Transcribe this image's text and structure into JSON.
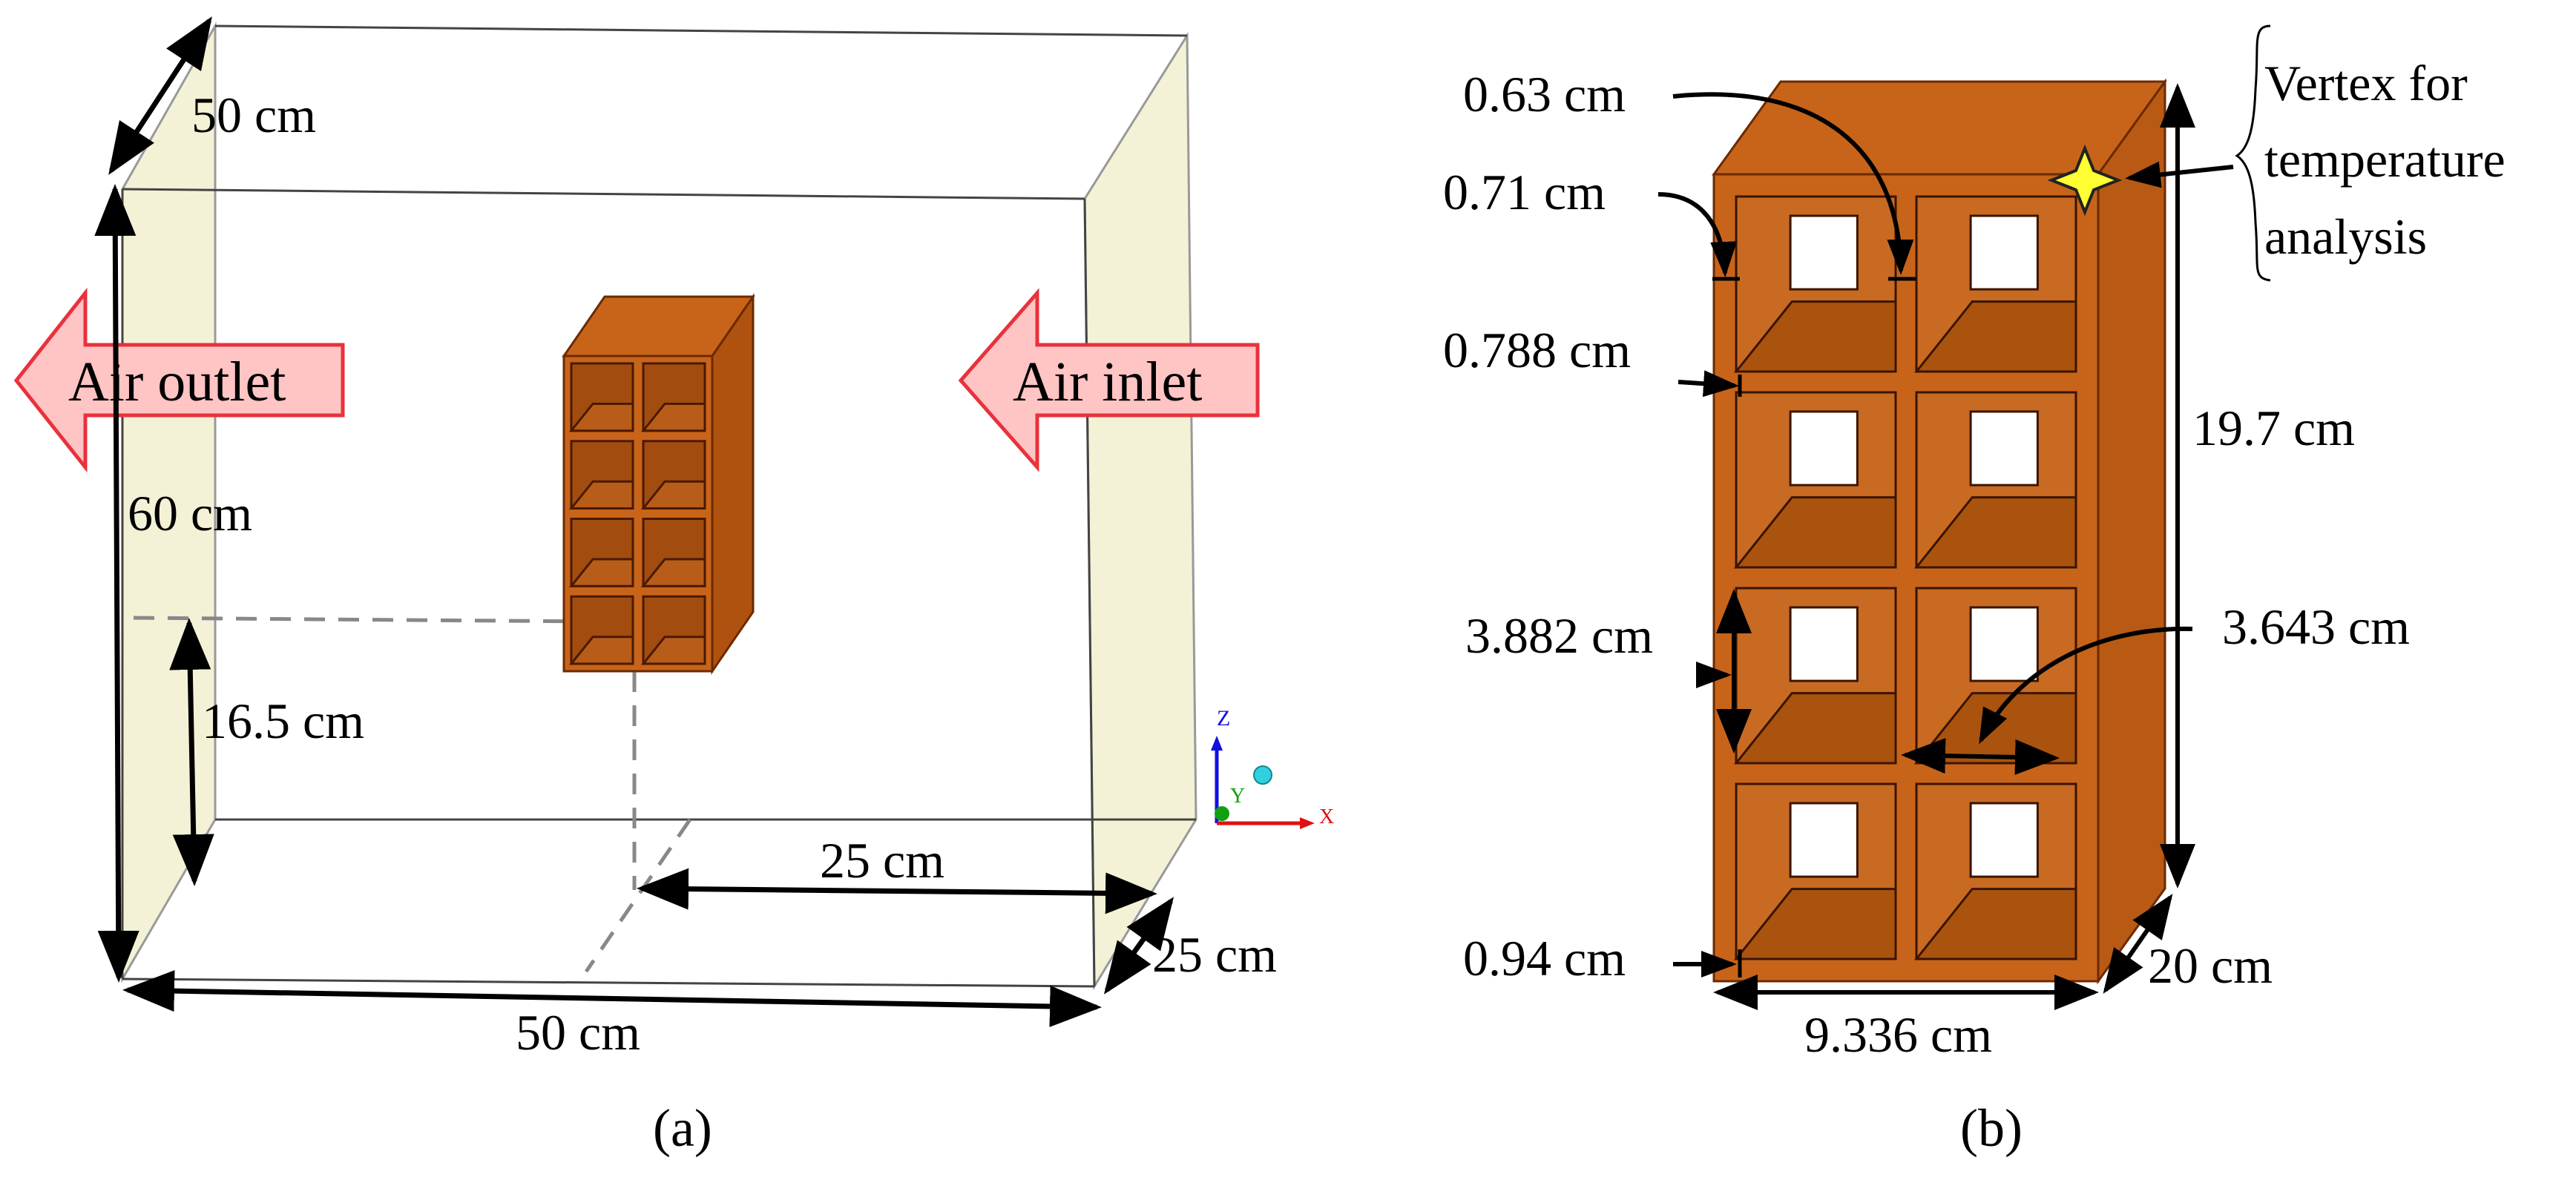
{
  "panel_a": {
    "caption": "(a)",
    "arrow_outlet": "Air outlet",
    "arrow_inlet": "Air inlet",
    "dim_depth_top": "50 cm",
    "dim_height": "60 cm",
    "dim_elevation": "16.5 cm",
    "dim_x_offset": "25 cm",
    "dim_y_offset": "25 cm",
    "dim_width": "50 cm",
    "axes": {
      "z": "Z",
      "y": "Y",
      "x": "X"
    }
  },
  "panel_b": {
    "caption": "(b)",
    "dim_063": "0.63 cm",
    "dim_071": "0.71 cm",
    "dim_0788": "0.788 cm",
    "dim_3882": "3.882 cm",
    "dim_094": "0.94 cm",
    "dim_height": "19.7 cm",
    "dim_3643": "3.643 cm",
    "dim_depth": "20 cm",
    "dim_width": "9.336 cm",
    "vertex_label": [
      "Vertex for",
      "temperature",
      "analysis"
    ]
  },
  "colors": {
    "brick": "#C8641A",
    "brick_dark": "#8A3A08",
    "side_wall": "#F4F2D6",
    "arrow_fill": "#FFC4C4",
    "arrow_stroke": "#E8323C",
    "star": "#FFFF33"
  }
}
